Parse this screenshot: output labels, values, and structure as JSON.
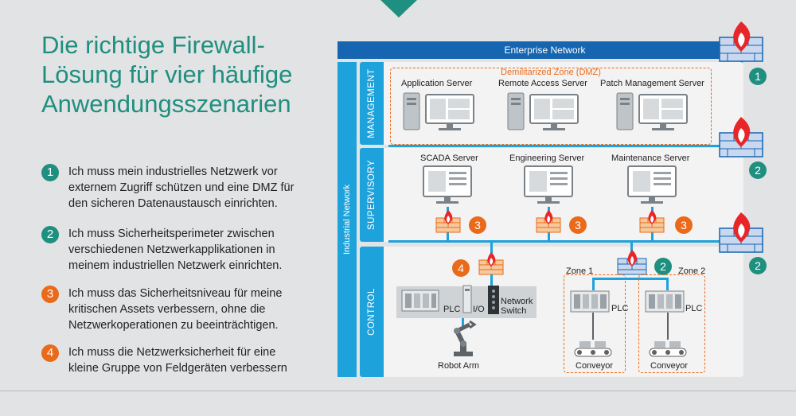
{
  "heading": "Die richtige Firewall-Lösung für vier häufige Anwendungsszenarien",
  "items": [
    {
      "num": "1",
      "text": "Ich muss mein industrielles Netzwerk vor externem Zugriff schützen und eine DMZ für den sicheren Datenaustausch einrichten."
    },
    {
      "num": "2",
      "text": "Ich muss Sicherheitsperimeter zwischen verschiedenen Netzwerkapplikationen in meinem industriellen Netzwerk einrichten."
    },
    {
      "num": "3",
      "text": "Ich muss das Sicherheitsniveau für meine kritischen Assets verbessern, ohne die Netzwerkoperationen zu beeinträchtigen."
    },
    {
      "num": "4",
      "text": "Ich muss die Netzwerksicherheit für eine kleine Gruppe von Feldgeräten verbessern"
    }
  ],
  "diagram": {
    "enterprise_network": "Enterprise Network",
    "industrial_network": "Industrial Network",
    "sections": {
      "management": "MANAGEMENT",
      "supervisory": "SUPERVISORY",
      "control": "CONTROL"
    },
    "dmz_title": "Demilitarized Zone (DMZ)",
    "servers": {
      "application": "Application Server",
      "remote_access": "Remote Access Server",
      "patch_management": "Patch Management Server",
      "scada": "SCADA Server",
      "engineering": "Engineering Server",
      "maintenance": "Maintenance Server"
    },
    "badges": {
      "one": "1",
      "two": "2",
      "three": "3",
      "four": "4"
    },
    "control": {
      "plc": "PLC",
      "io": "I/O",
      "network_switch_line1": "Network",
      "network_switch_line2": "Switch",
      "robot_arm": "Robot Arm",
      "zone1": "Zone 1",
      "zone2": "Zone 2",
      "conveyor": "Conveyor"
    },
    "colors": {
      "teal": "#1f8f7f",
      "orange": "#ea6a1c",
      "blue": "#1565b0",
      "light_blue": "#1da2db"
    }
  }
}
